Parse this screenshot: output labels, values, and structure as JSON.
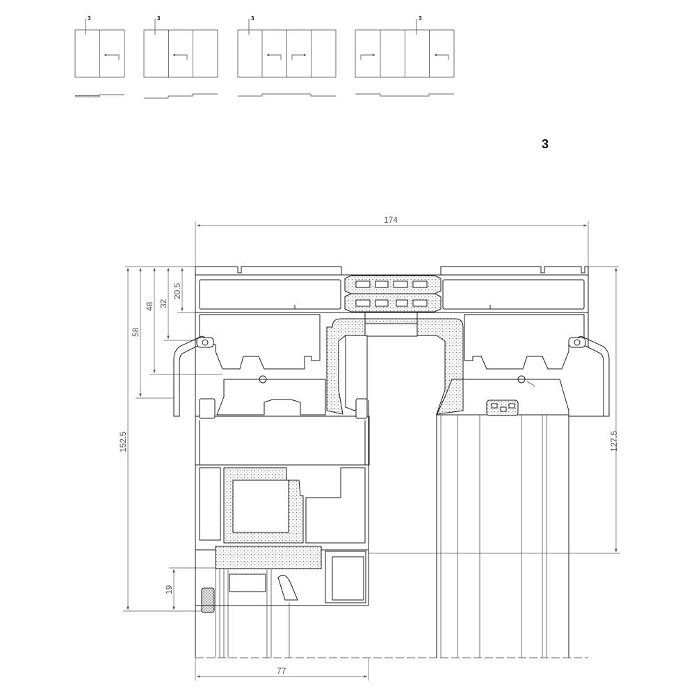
{
  "section_label": "3",
  "config_tags": [
    "3",
    "3",
    "3",
    "3"
  ],
  "dimensions": {
    "overall_width": "174",
    "left_sash_width": "77",
    "d_20_5": "20.5",
    "d_32": "32",
    "d_48": "48",
    "d_58": "58",
    "d_152_5": "152.5",
    "d_127_5": "127.5",
    "d_19": "19"
  }
}
